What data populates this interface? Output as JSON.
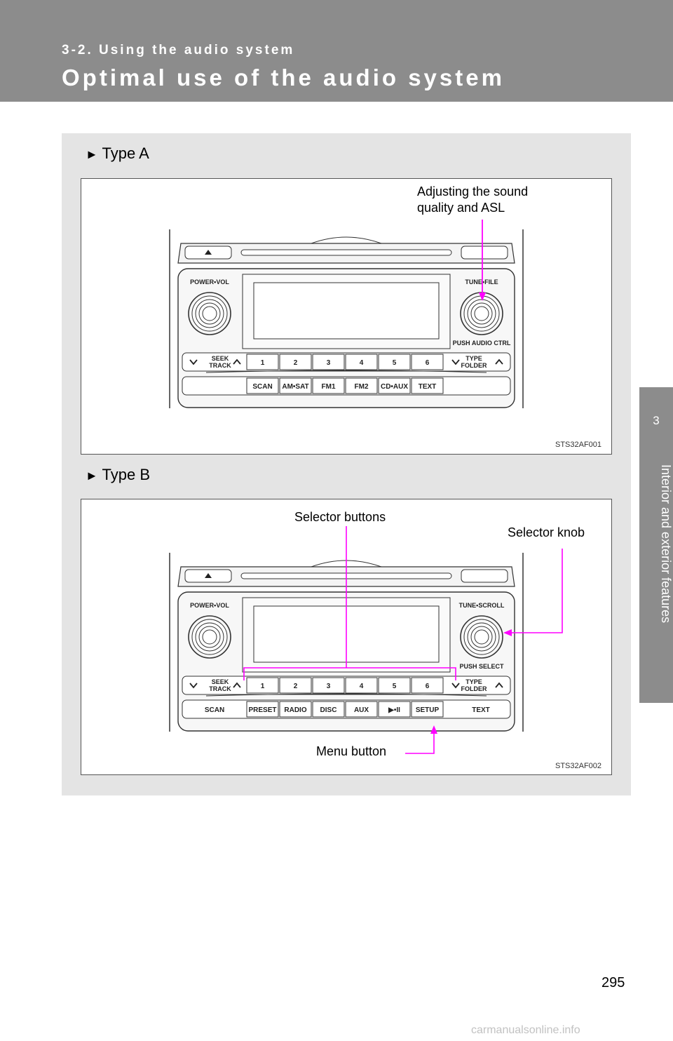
{
  "header": {
    "section": "3-2. Using the audio system",
    "title": "Optimal use of the audio system"
  },
  "side_tab": {
    "number": "3",
    "text": "Interior and exterior features"
  },
  "type_a": {
    "label": "Type A",
    "callout_line1": "Adjusting the sound",
    "callout_line2": "quality and ASL",
    "figure_id": "STS32AF001",
    "knob_left": "POWER•VOL",
    "knob_right": "TUNE•FILE",
    "knob_right_sub": "PUSH AUDIO CTRL",
    "seek_line1": "SEEK",
    "seek_line2": "TRACK",
    "type_line1": "TYPE",
    "type_line2": "FOLDER",
    "numbers": [
      "1",
      "2",
      "3",
      "4",
      "5",
      "6"
    ],
    "bottom": [
      "SCAN",
      "AM•SAT",
      "FM1",
      "FM2",
      "CD•AUX",
      "TEXT"
    ]
  },
  "type_b": {
    "label": "Type B",
    "callout_selector_buttons": "Selector buttons",
    "callout_selector_knob": "Selector knob",
    "callout_menu": "Menu button",
    "figure_id": "STS32AF002",
    "knob_left": "POWER•VOL",
    "knob_right": "TUNE•SCROLL",
    "knob_right_sub": "PUSH SELECT",
    "seek_line1": "SEEK",
    "seek_line2": "TRACK",
    "type_line1": "TYPE",
    "type_line2": "FOLDER",
    "numbers": [
      "1",
      "2",
      "3",
      "4",
      "5",
      "6"
    ],
    "bottom_left": "SCAN",
    "bottom": [
      "PRESET",
      "RADIO",
      "DISC",
      "AUX",
      "▶•II",
      "SETUP"
    ],
    "bottom_right": "TEXT"
  },
  "callout_color": "#ff00ff",
  "page_number": "295",
  "watermark": "carmanualsonline.info"
}
